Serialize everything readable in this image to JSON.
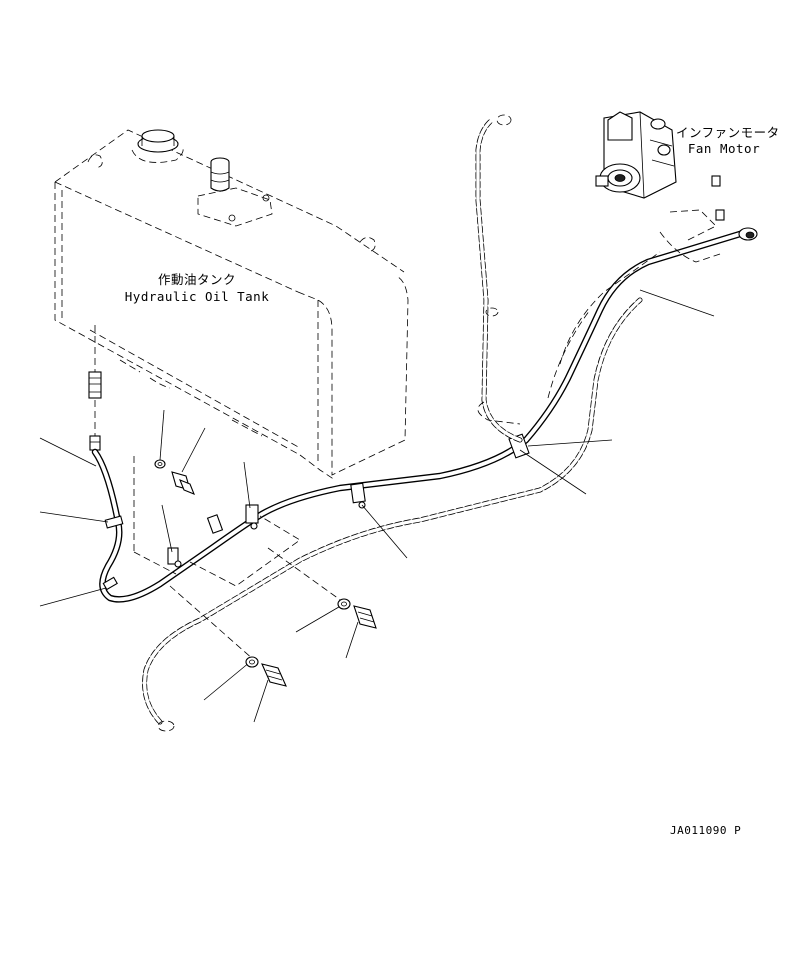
{
  "labels": {
    "tank_jp": "作動油タンク",
    "tank_en": "Hydraulic Oil Tank",
    "motor_jp": "インファンモータ",
    "motor_en": "Fan Motor",
    "drawing_code": "JA011090 P"
  }
}
